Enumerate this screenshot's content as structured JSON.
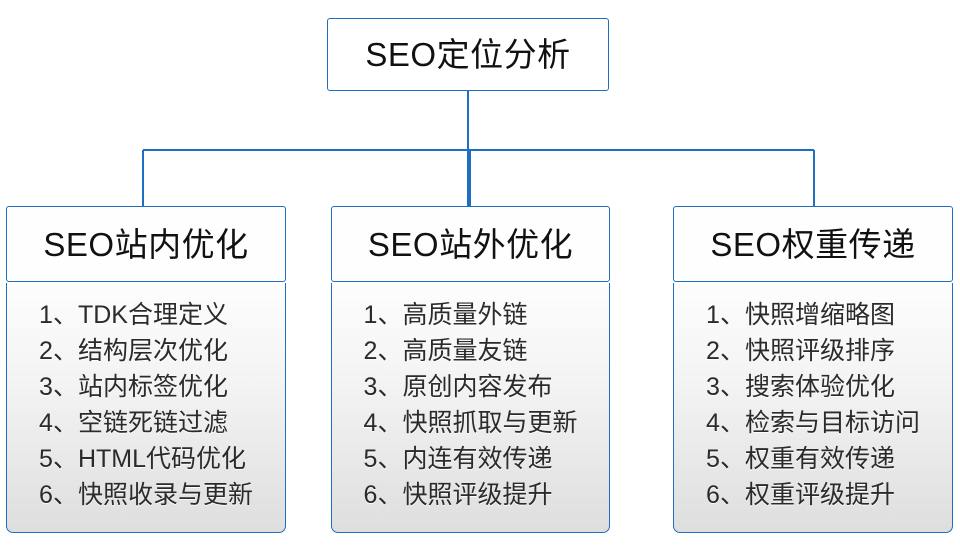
{
  "diagram": {
    "type": "organization-tree",
    "accent_color": "#1f6fc0",
    "text_color": "#111111",
    "body_gradient_from": "#fdfdfd",
    "body_gradient_to": "#dedede",
    "root": {
      "label": "SEO定位分析"
    },
    "branches": [
      {
        "id": "on-site",
        "header": "SEO站内优化",
        "items": [
          "1、TDK合理定义",
          "2、结构层次优化",
          "3、站内标签优化",
          "4、空链死链过滤",
          "5、HTML代码优化",
          "6、快照收录与更新"
        ]
      },
      {
        "id": "off-site",
        "header": "SEO站外优化",
        "items": [
          "1、高质量外链",
          "2、高质量友链",
          "3、原创内容发布",
          "4、快照抓取与更新",
          "5、内连有效传递",
          "6、快照评级提升"
        ]
      },
      {
        "id": "weight-transfer",
        "header": "SEO权重传递",
        "items": [
          "1、快照增缩略图",
          "2、快照评级排序",
          "3、搜索体验优化",
          "4、检索与目标访问",
          "5、权重有效传递",
          "6、权重评级提升"
        ]
      }
    ]
  }
}
